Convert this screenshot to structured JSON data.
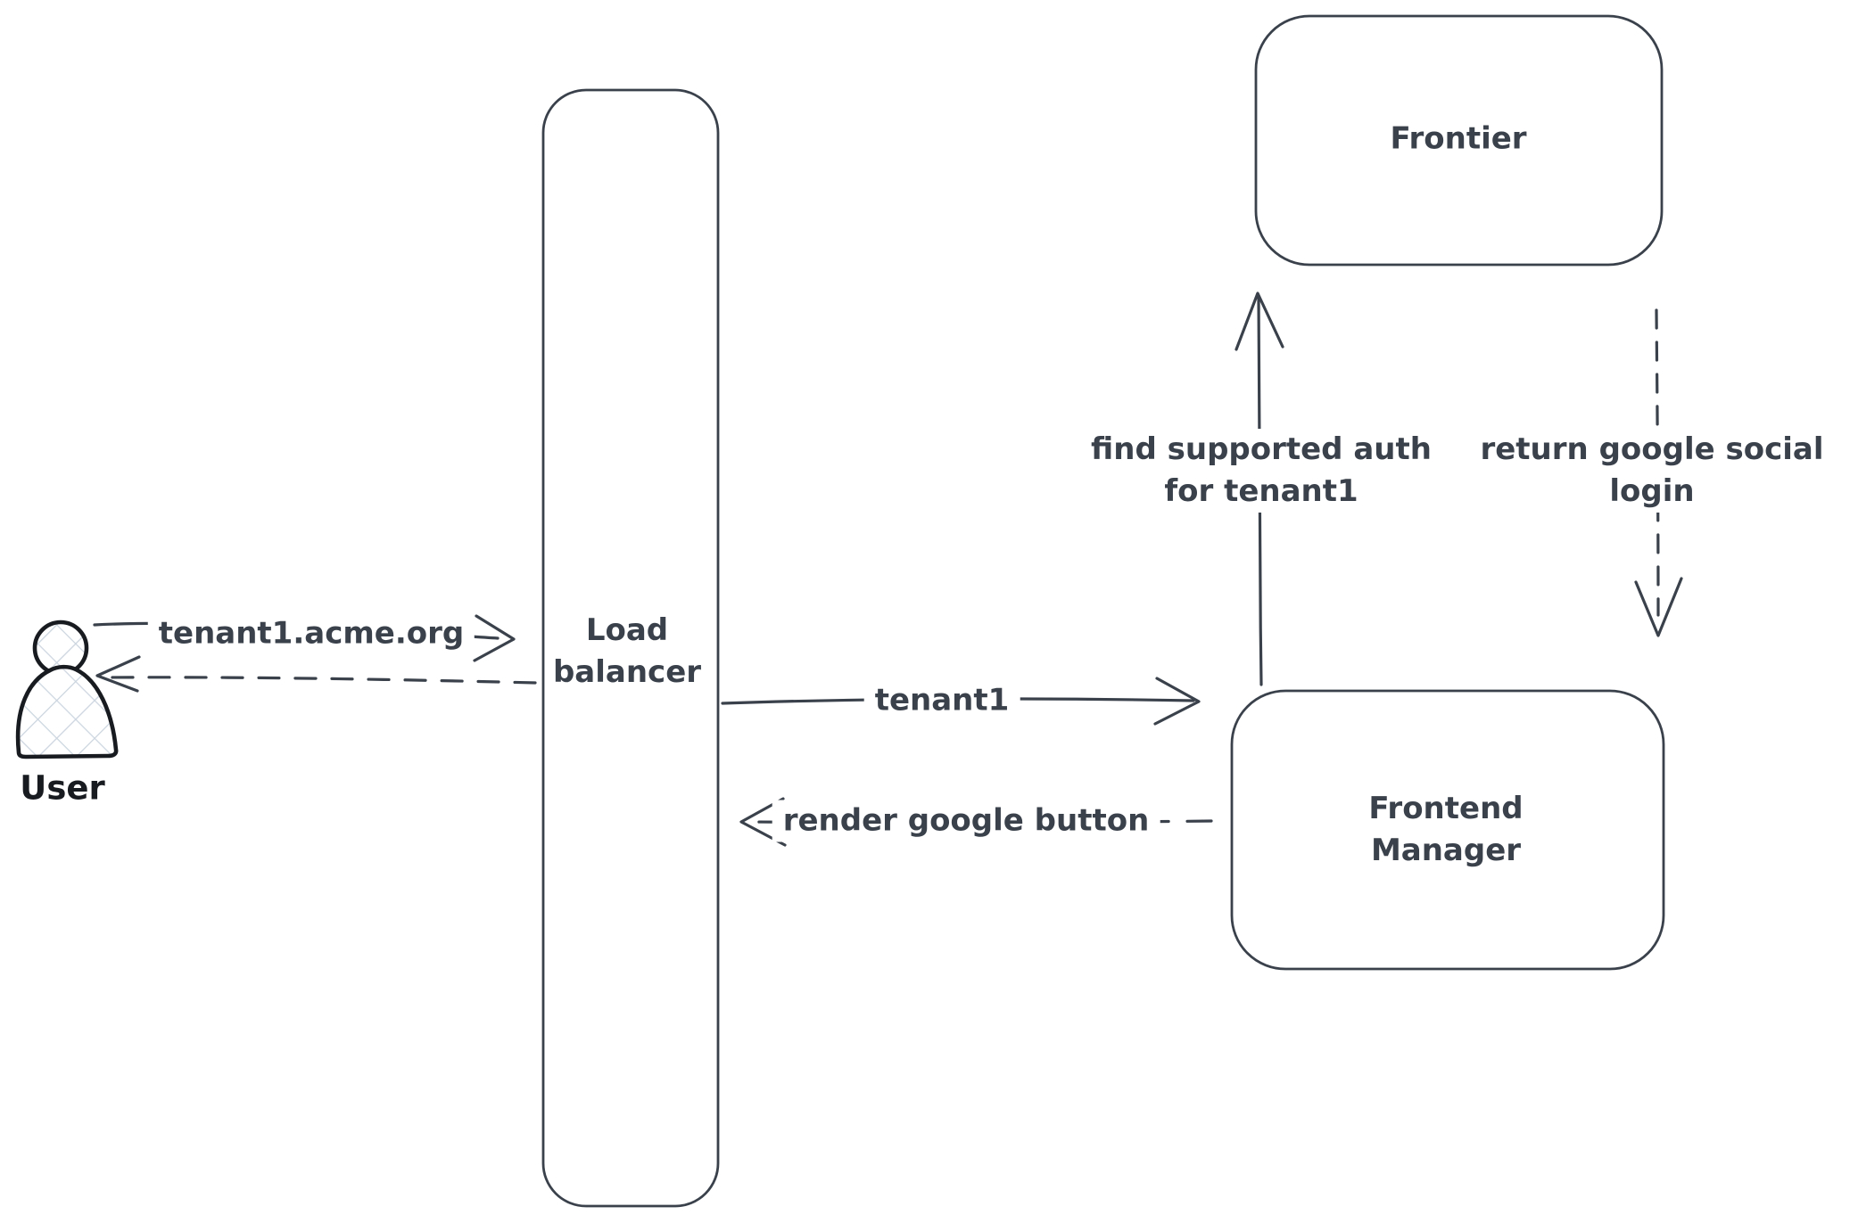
{
  "diagram": {
    "background": "#ffffff",
    "ink_color": "#3a414b",
    "user_ink_color": "#181b20",
    "hatch_color": "#ccd5df"
  },
  "nodes": {
    "user": {
      "label": "User"
    },
    "load_balancer": {
      "line1": "Load",
      "line2": "balancer"
    },
    "frontier": {
      "label": "Frontier"
    },
    "frontend_manager": {
      "line1": "Frontend",
      "line2": "Manager"
    }
  },
  "arrows": {
    "user_to_load_balancer": {
      "label": "tenant1.acme.org",
      "style": "solid"
    },
    "load_balancer_to_user": {
      "label": "",
      "style": "dashed"
    },
    "load_balancer_to_frontend_manager": {
      "label": "tenant1",
      "style": "solid"
    },
    "frontend_manager_to_load_balancer": {
      "label": "render google button",
      "style": "dashed"
    },
    "frontend_manager_to_frontier": {
      "line1": "find supported auth",
      "line2": "for tenant1",
      "style": "solid"
    },
    "frontier_to_frontend_manager": {
      "line1": "return google social",
      "line2": "login",
      "style": "dashed"
    }
  }
}
